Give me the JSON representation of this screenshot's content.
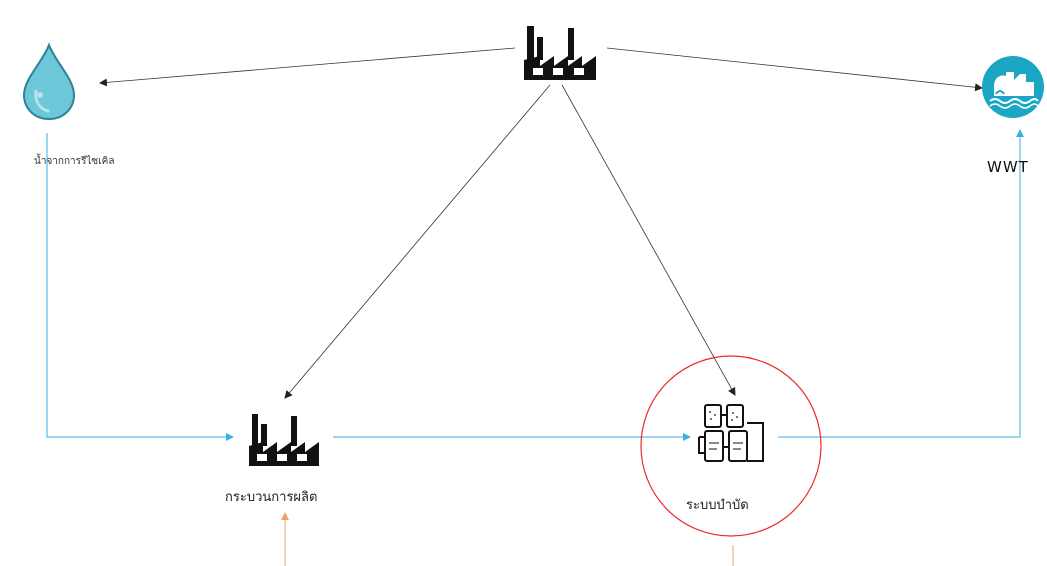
{
  "nodes": {
    "water_source": {
      "label": "น้ำจากการรีไซเคิล",
      "icon": "water-drop-icon"
    },
    "wwt": {
      "label": "WWT",
      "icon": "wastewater-plant-icon"
    },
    "main_factory": {
      "label": "",
      "icon": "factory-icon"
    },
    "production": {
      "label": "กระบวนการผลิต",
      "icon": "factory-icon"
    },
    "treatment": {
      "label": "ระบบบำบัด",
      "icon": "treatment-tanks-icon"
    }
  },
  "colors": {
    "flow_line": "#3aaee6",
    "control_line": "#333333",
    "input_line": "#f0a070",
    "highlight_circle": "#ee2a2a",
    "water_drop": "#5cc0d4",
    "wwt_circle": "#1ba6c4"
  }
}
